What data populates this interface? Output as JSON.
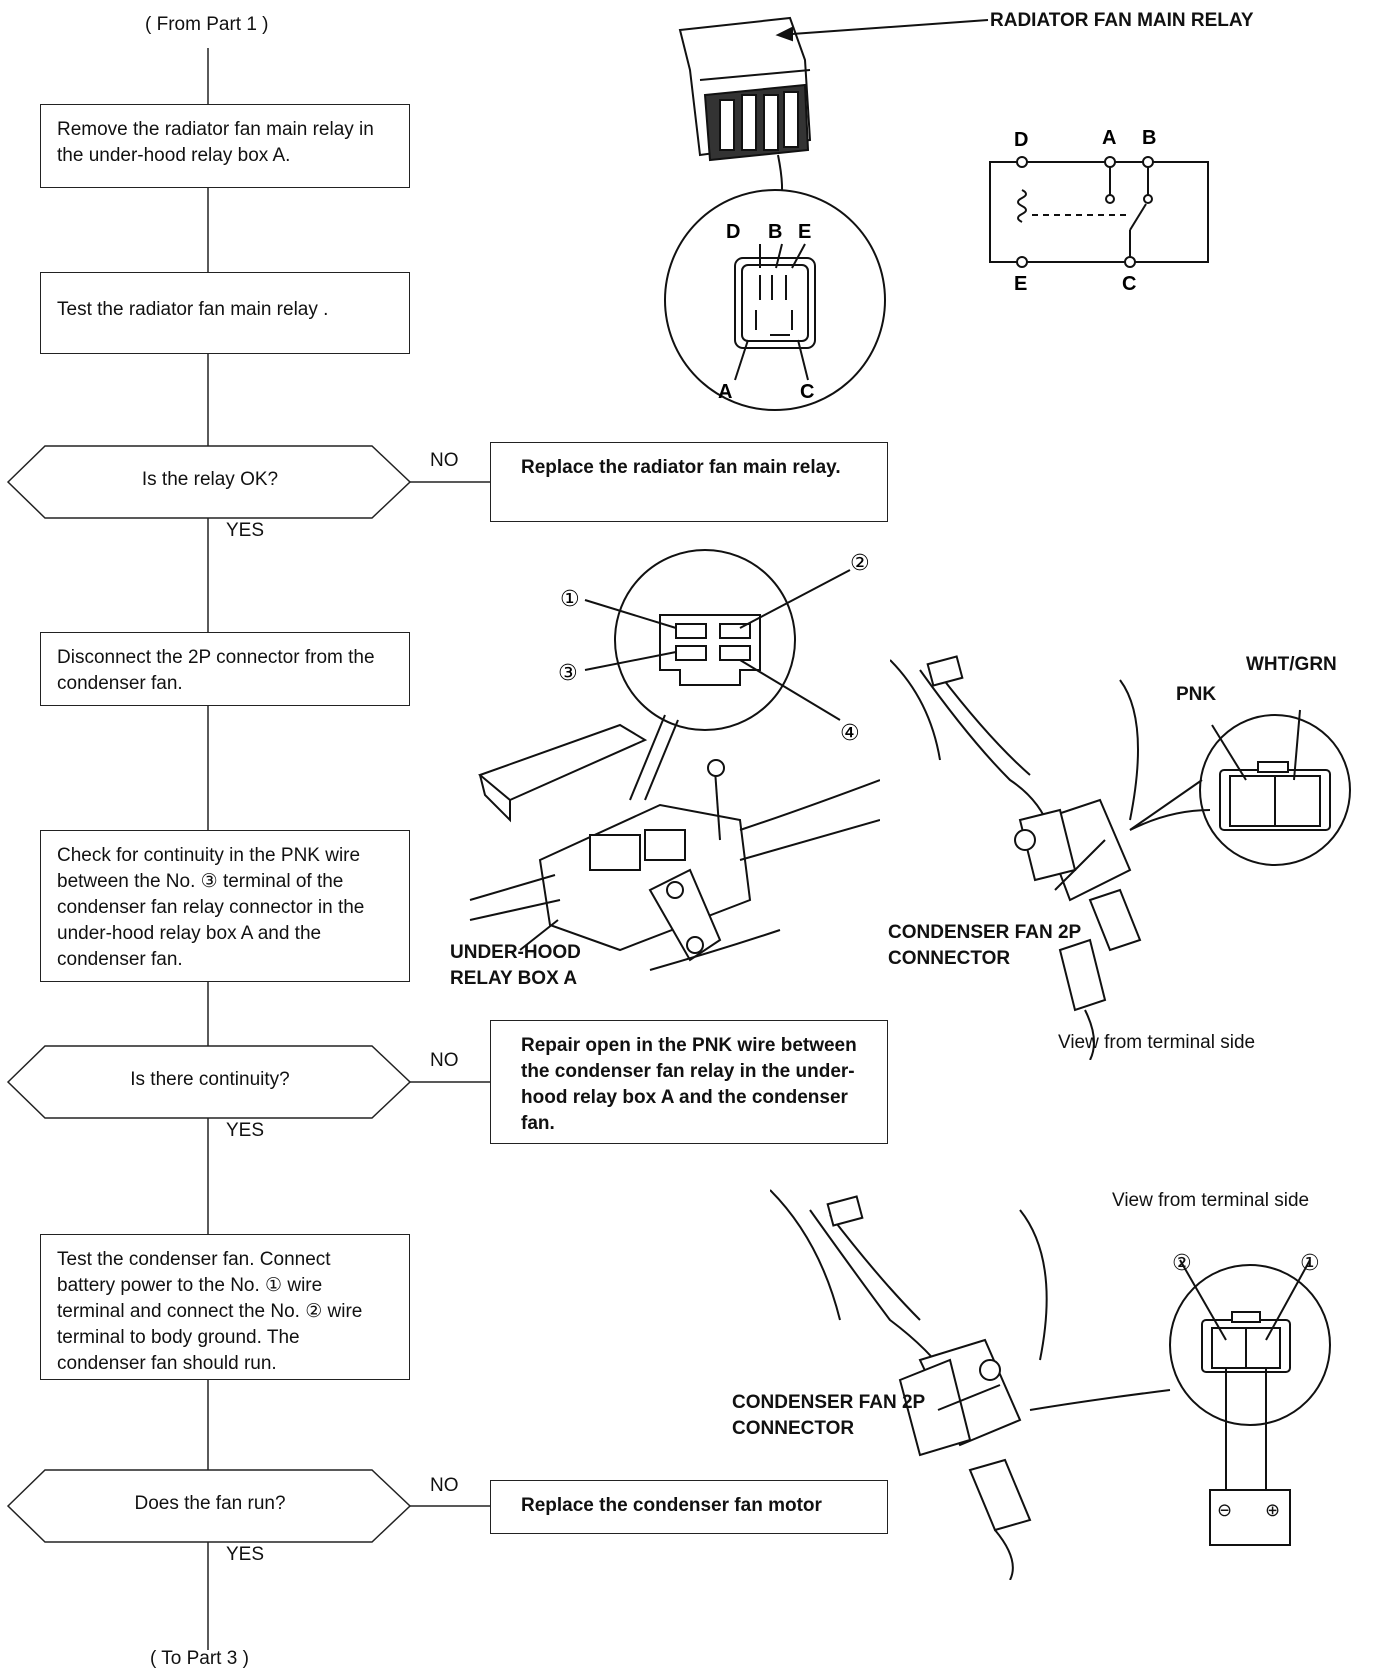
{
  "flow": {
    "from_label": "( From Part 1 )",
    "to_label": "( To Part 3 )",
    "step1": "Remove the radiator fan main relay in the under-hood relay box A.",
    "step2": "Test the radiator fan main relay .",
    "q1": "Is the relay OK?",
    "q1_no_action": "Replace the radiator fan main relay.",
    "step3": "Disconnect the 2P connector from the condenser fan.",
    "step4": "Check for continuity in the PNK wire between the No. ③ terminal of the condenser fan relay connector in the under-hood relay box A and the condenser fan.",
    "q2": "Is there continuity?",
    "q2_no_action": "Repair open in the PNK wire between the condenser fan relay in the under-hood relay box A and the condenser fan.",
    "step5": "Test the condenser fan. Connect battery power to the No. ① wire terminal and connect the No. ② wire terminal to body ground. The condenser fan should run.",
    "q3": "Does the fan run?",
    "q3_no_action": "Replace the condenser fan motor",
    "yes": "YES",
    "no": "NO"
  },
  "relay_figure": {
    "title": "RADIATOR FAN MAIN RELAY",
    "socket_terminals": [
      "D",
      "B",
      "E",
      "A",
      "C"
    ],
    "schematic_terminals": [
      "D",
      "A",
      "B",
      "E",
      "C"
    ]
  },
  "relay_box_figure": {
    "label": "UNDER-HOOD RELAY BOX A",
    "terminal_numbers": [
      "①",
      "②",
      "③",
      "④"
    ]
  },
  "connector_figure_1": {
    "label": "CONDENSER FAN 2P CONNECTOR",
    "wire1": "PNK",
    "wire2": "WHT/GRN",
    "view_note": "View from terminal side"
  },
  "connector_figure_2": {
    "label": "CONDENSER FAN 2P CONNECTOR",
    "view_note": "View from terminal side",
    "terminal_numbers": [
      "②",
      "①"
    ],
    "battery_neg": "⊖",
    "battery_pos": "⊕"
  }
}
